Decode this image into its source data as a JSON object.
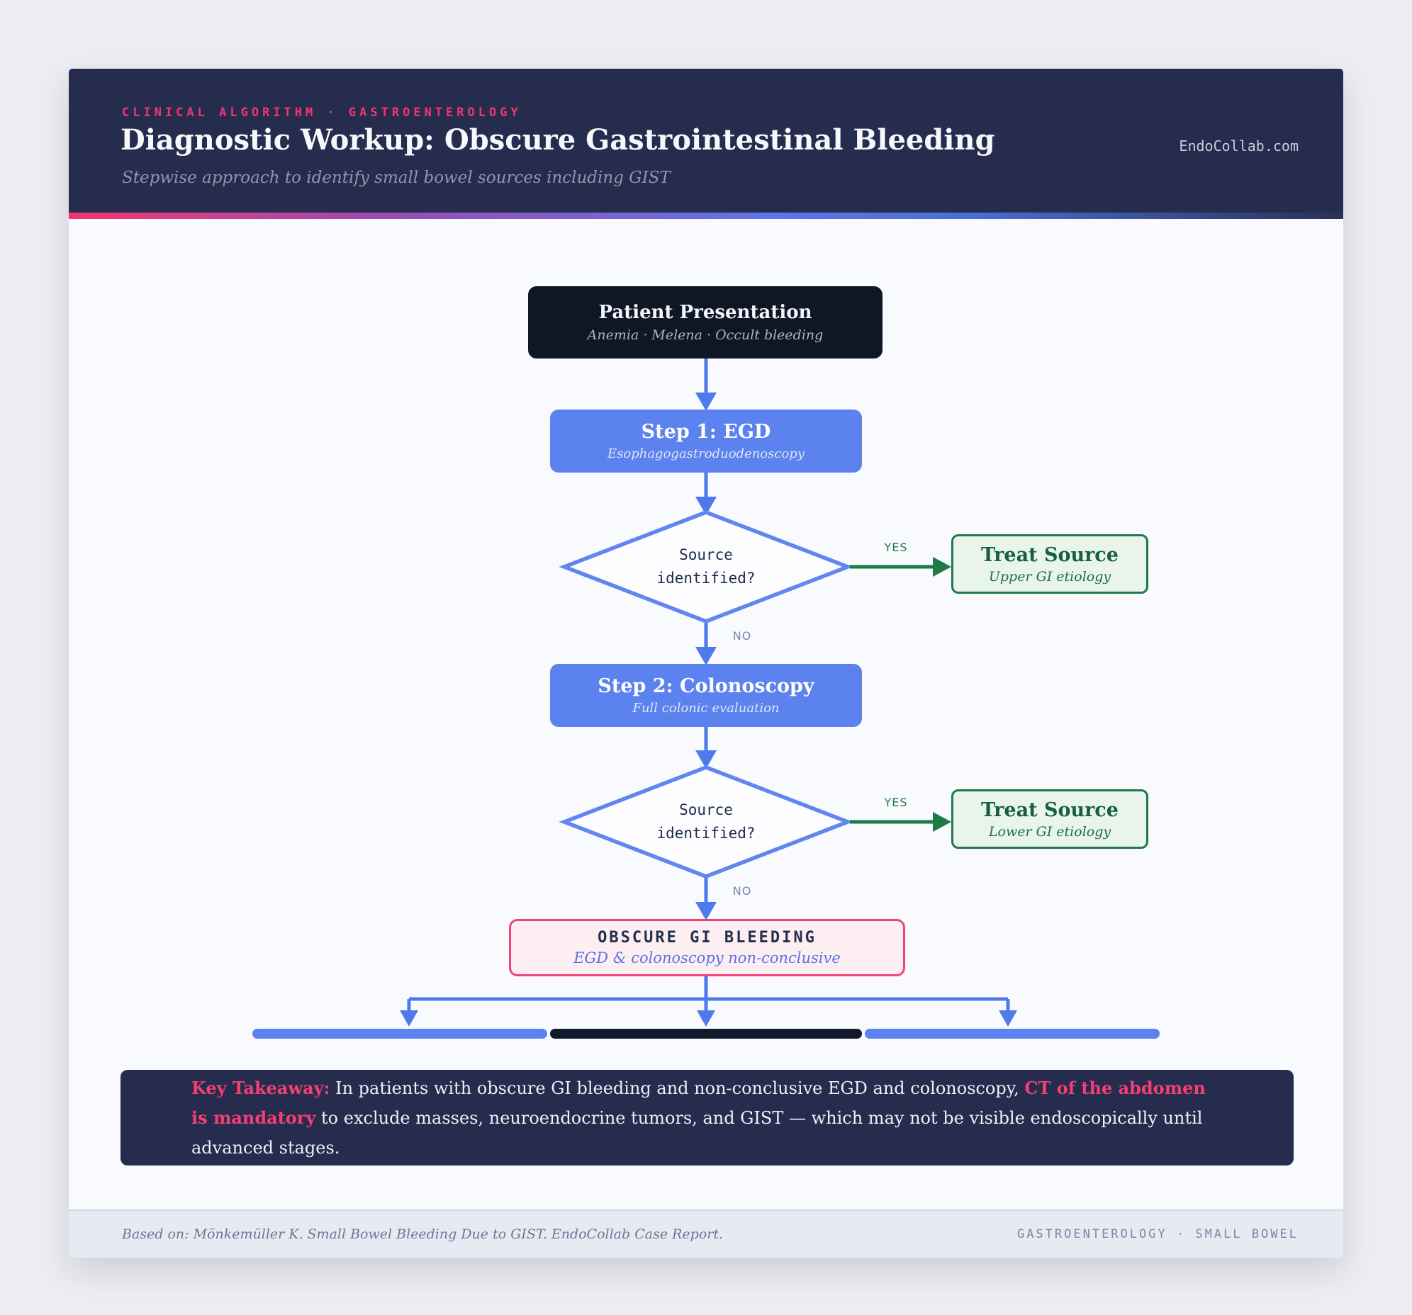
{
  "header": {
    "eyebrow": "CLINICAL ALGORITHM · GASTROENTEROLOGY",
    "title": "Diagnostic Workup: Obscure Gastrointestinal Bleeding",
    "subtitle": "Stepwise approach to identify small bowel sources including GIST",
    "site": "EndoCollab.com"
  },
  "flow": {
    "patient": {
      "title": "Patient Presentation",
      "subtitle": "Anemia · Melena · Occult bleeding"
    },
    "step1": {
      "title": "Step 1: EGD",
      "subtitle": "Esophagogastroduodenoscopy"
    },
    "decision1": {
      "line1": "Source",
      "line2": "identified?",
      "yes": "YES",
      "no": "NO"
    },
    "treat1": {
      "title": "Treat Source",
      "subtitle": "Upper GI etiology"
    },
    "step2": {
      "title": "Step 2: Colonoscopy",
      "subtitle": "Full colonic evaluation"
    },
    "decision2": {
      "line1": "Source",
      "line2": "identified?",
      "yes": "YES",
      "no": "NO"
    },
    "treat2": {
      "title": "Treat Source",
      "subtitle": "Lower GI etiology"
    },
    "obscure": {
      "title": "OBSCURE GI BLEEDING",
      "subtitle": "EGD & colonoscopy non-conclusive"
    }
  },
  "takeaway": {
    "label": "Key Takeaway:",
    "text_before": " In patients with obscure GI bleeding and non-conclusive EGD and colonoscopy, ",
    "highlight": "CT of the abdomen is mandatory",
    "text_after": " to exclude masses, neuroendocrine tumors, and GIST — which may not be visible endoscopically until advanced stages."
  },
  "footer": {
    "citation": "Based on: Mönkemüller K. Small Bowel Bleeding Due to GIST. EndoCollab Case Report.",
    "tags": "GASTROENTEROLOGY · SMALL BOWEL"
  },
  "colors": {
    "accent_blue": "#5b82ee",
    "accent_pink": "#f0366f",
    "accent_green": "#1d7a49",
    "header_navy": "#262c4e",
    "node_dark": "#0f1726",
    "diamond_stroke": "#6286f0",
    "pink_fill": "#fdeef2",
    "green_fill": "#e9f4ed"
  }
}
